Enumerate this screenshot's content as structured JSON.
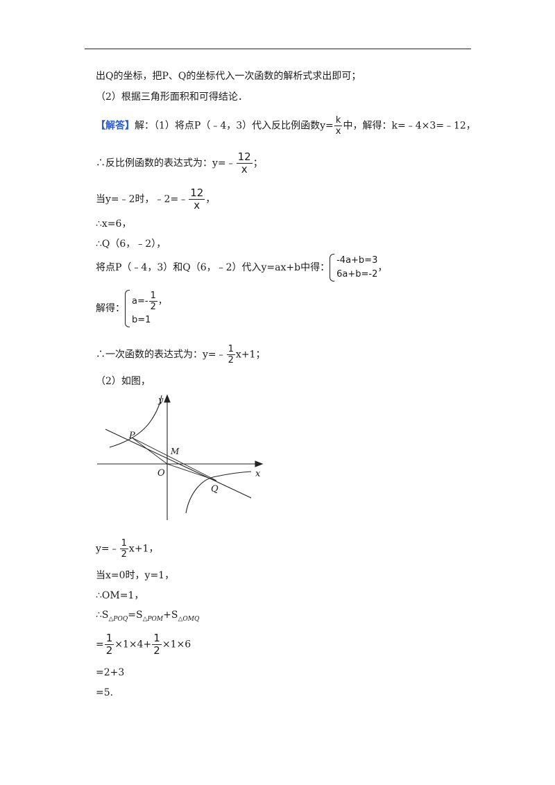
{
  "lines": {
    "l1": "出Q的坐标，把P、Q的坐标代入一次函数的解析式求出即可；",
    "l2": "（2）根据三角形面积和可得结论．",
    "l3_tag": "【解答】",
    "l3_a": "解：（1）将点P（﹣4，3）代入反比例函数y=",
    "l3_b": "中，解得：k=﹣4×3=﹣12，",
    "l4_a": "∴反比例函数的表达式为：y=﹣",
    "l4_b": "；",
    "l5_a": "当y=﹣2时，﹣2=﹣",
    "l5_b": "，",
    "l6": "∴x=6，",
    "l7": "∴Q（6，﹣2），",
    "l8_a": "将点P（﹣4，3）和Q（6，﹣2）代入y=ax+b中得：",
    "l8_b": "，",
    "l9_a": "解得：",
    "l10_a": "∴一次函数的表达式为：y=﹣",
    "l10_b": "x+1；",
    "l11": "（2）如图，",
    "l12_a": "y=﹣",
    "l12_b": "x+1，",
    "l13": "当x=0时，y=1，",
    "l14": "∴OM=1，",
    "l15_a": "∴S",
    "l15_s1": "△POQ",
    "l15_b": "=S",
    "l15_s2": "△POM",
    "l15_c": "+S",
    "l15_s3": "△OMQ",
    "l16_a": "=",
    "l16_b": "×1×4+",
    "l16_c": "×1×6",
    "l17": "=2+3",
    "l18": "=5."
  },
  "fractions": {
    "k_num": "k",
    "k_den": "x",
    "twelve_num": "12",
    "twelve_den": "x",
    "half_num": "1",
    "half_den": "2"
  },
  "systems": {
    "sys1_row1": "-4a+b=3",
    "sys1_row2": "6a+b=-2",
    "sys2_row1_a": "a=-",
    "sys2_row1_b": "，",
    "sys2_row2": "b=1"
  },
  "figure": {
    "label_y": "y",
    "label_x": "x",
    "label_O": "O",
    "label_P": "P",
    "label_M": "M",
    "label_Q": "Q"
  }
}
